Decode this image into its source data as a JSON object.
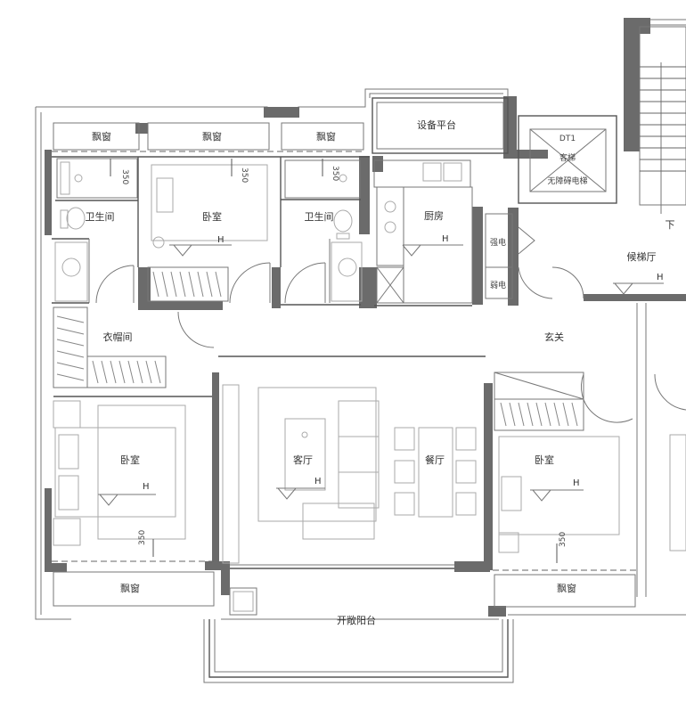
{
  "rooms": {
    "bay_window": "飘窗",
    "bathroom": "卫生间",
    "bedroom": "卧室",
    "equipment_platform": "设备平台",
    "elevator_line1": "DT1",
    "elevator_line2": "客梯",
    "elevator_line3": "无障碍电梯",
    "kitchen": "厨房",
    "strong_panel": "强电",
    "weak_panel": "弱电",
    "elevator_hall": "候梯厅",
    "walk_in_closet": "衣帽间",
    "foyer": "玄关",
    "living_room": "客厅",
    "dining_room": "餐厅",
    "open_balcony": "开敞阳台"
  },
  "marks": {
    "height": "H",
    "sill": "350",
    "down": "下"
  }
}
